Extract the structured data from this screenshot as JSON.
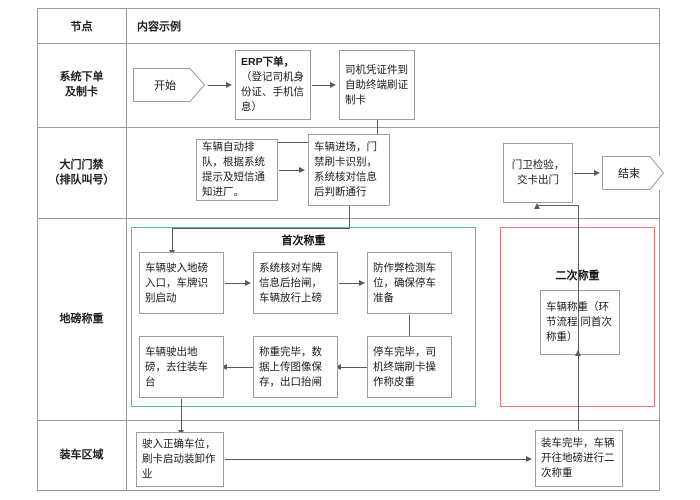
{
  "table": {
    "columns": [
      {
        "key": "node",
        "label": "节点"
      },
      {
        "key": "content",
        "label": "内容示例"
      }
    ],
    "rows": [
      {
        "label": "系统下单\n及制卡"
      },
      {
        "label": "大门门禁\n（排队叫号）"
      },
      {
        "label": "地磅称重"
      },
      {
        "label": "装车区域"
      }
    ]
  },
  "row_labels": {
    "order_card_line1": "系统下单",
    "order_card_line2": "及制卡",
    "gate_line1": "大门门禁",
    "gate_line2": "（排队叫号）",
    "weighbridge": "地磅称重",
    "loading": "装车区域"
  },
  "groups": {
    "first_weigh": {
      "title": "首次称重",
      "border_color": "#5bbd8a"
    },
    "second_weigh": {
      "title": "二次称重",
      "border_color": "#e8746f"
    }
  },
  "nodes": {
    "start": "开始",
    "erp_order_bold": "ERP下单，",
    "erp_order_rest": "（登记司机身份证、手机信息）",
    "card_terminal": "司机凭证件到自助终端刷证制卡",
    "auto_queue": "车辆自动排队，根据系统提示及短信通知进厂。",
    "enter_gate": "车辆进场，门禁刷卡识别，系统核对信息后判断通行",
    "guard_check": "门卫检验，交卡出门",
    "end": "结束",
    "enter_scale": "车辆驶入地磅入口，车牌识别启动",
    "verify_plate": "系统核对车牌信息后抬闸，车辆放行上磅",
    "anti_cheat": "防作弊检测车位，确保停车准备",
    "tare_weigh": "停车完毕，司机终端刷卡操作称皮重",
    "upload_data": "称重完毕，数据上传图像保存，出口抬闸",
    "exit_scale": "车辆驶出地磅，去往装车台",
    "second_weigh_box": "车辆称重（环节流程 同首次称重）",
    "start_loading": "驶入正确车位，刷卡启动装卸作业",
    "loading_done": "装车完毕，车辆开往地磅进行二次称重"
  },
  "colors": {
    "grid": "#9c9c9c",
    "node_border": "#9d9d9d",
    "connector": "#5a5a5a",
    "green_frame": "#5bbd8a",
    "red_frame": "#e8746f",
    "text": "#1a1a1a"
  }
}
